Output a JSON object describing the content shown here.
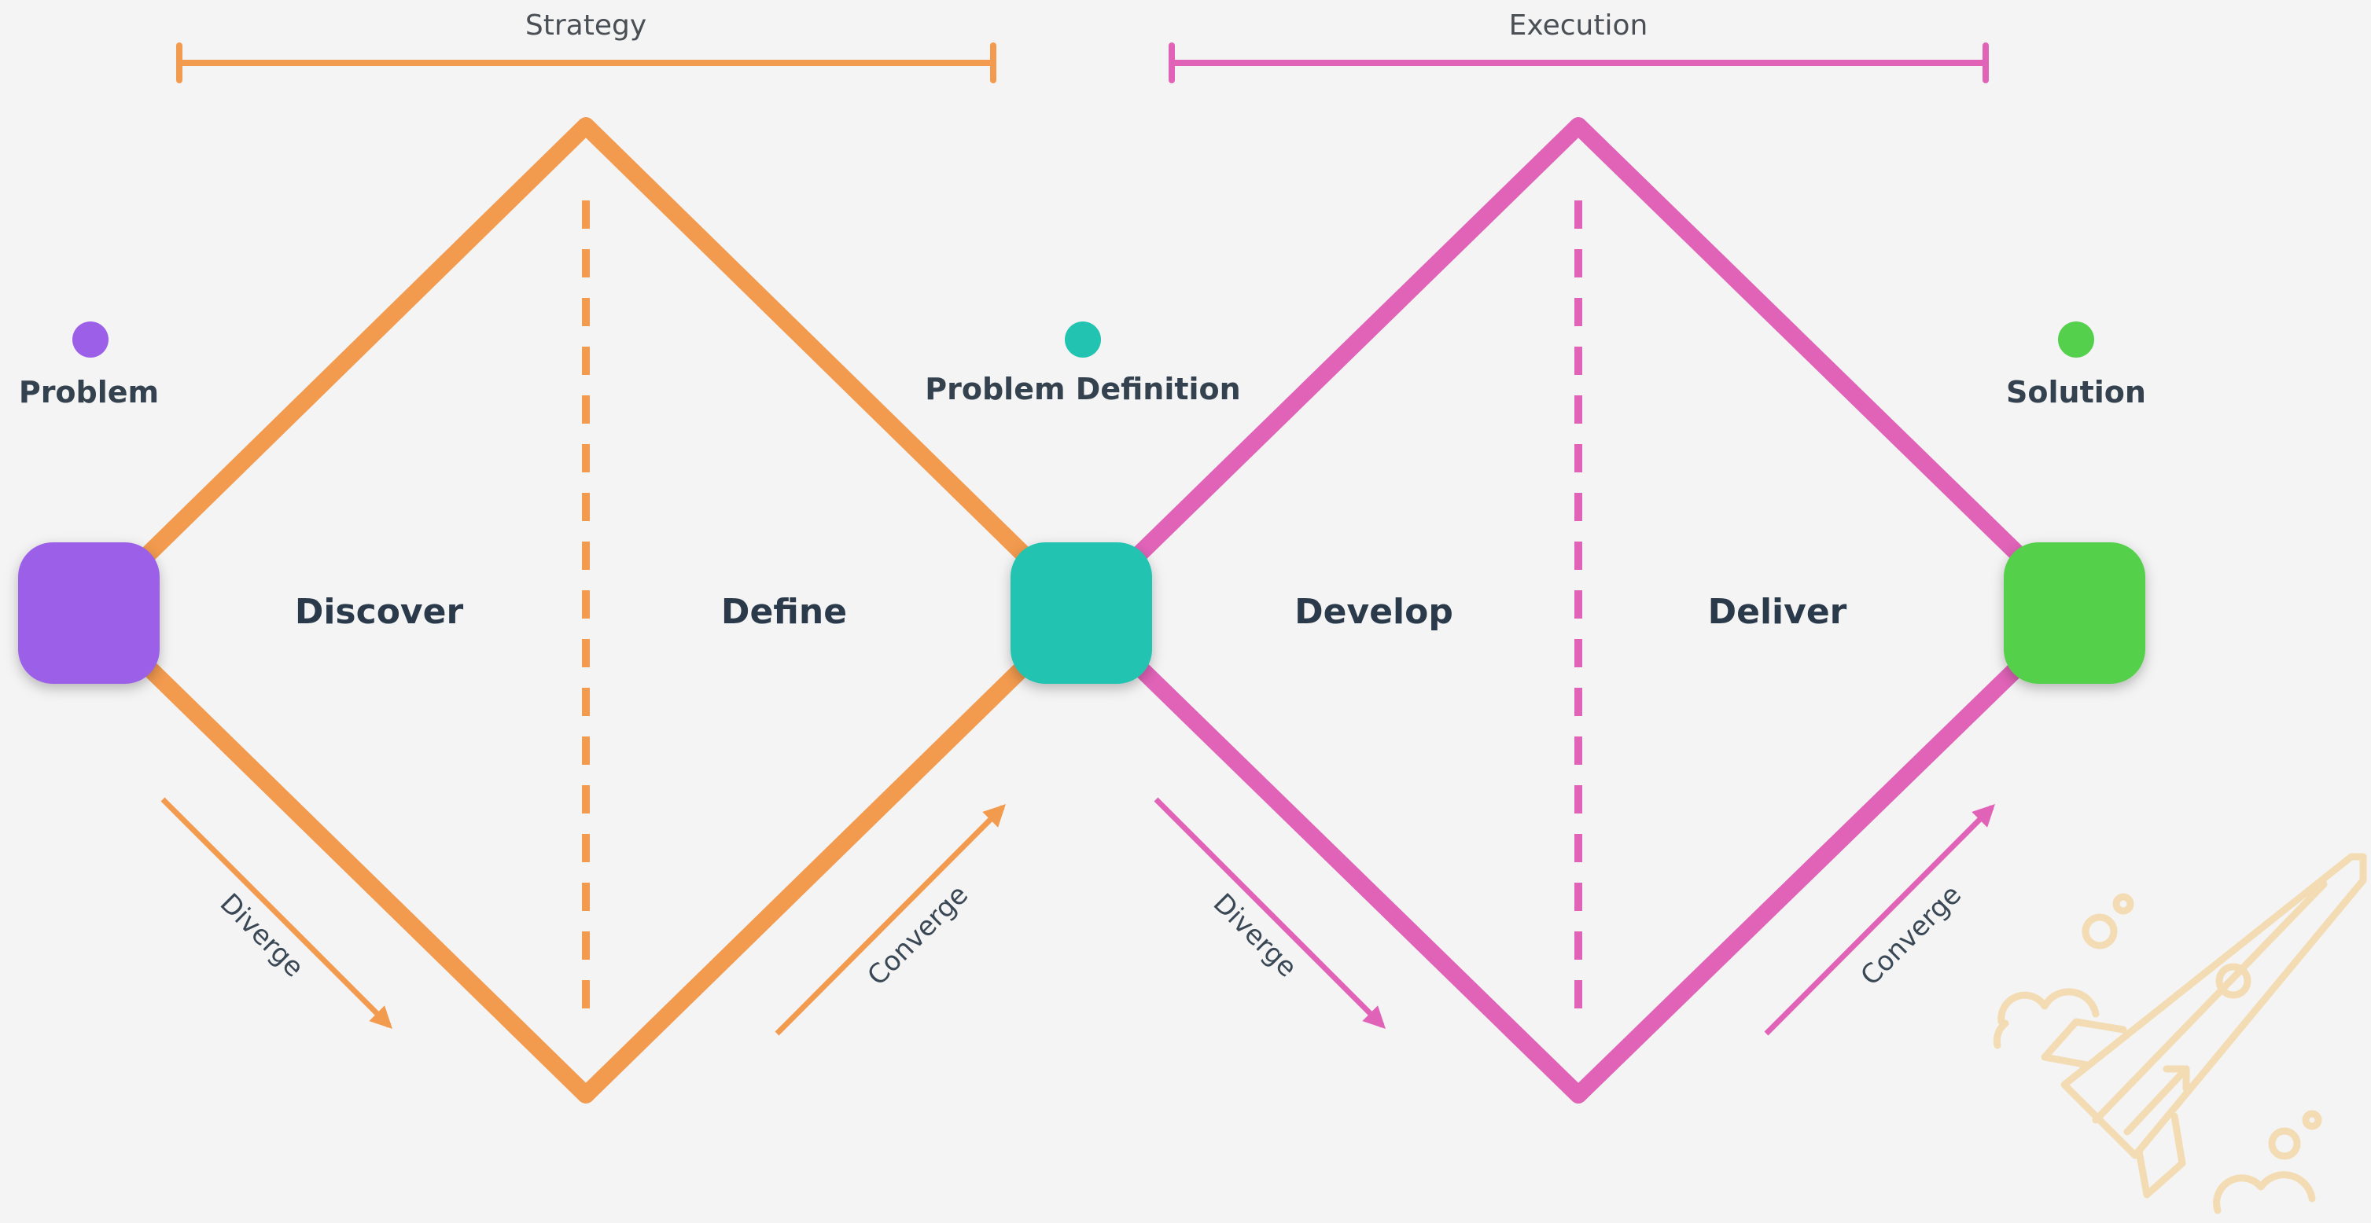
{
  "phases": {
    "strategy": {
      "title": "Strategy",
      "color": "#f29a4e"
    },
    "execution": {
      "title": "Execution",
      "color": "#e063b8"
    }
  },
  "milestones": {
    "problem": {
      "label": "Problem",
      "color": "#9b5fe8"
    },
    "definition": {
      "label": "Problem Definition",
      "color": "#22c3b0"
    },
    "solution": {
      "label": "Solution",
      "color": "#55d04c"
    }
  },
  "stages": {
    "discover": "Discover",
    "define": "Define",
    "develop": "Develop",
    "deliver": "Deliver"
  },
  "flows": {
    "diverge_1": "Diverge",
    "converge_1": "Converge",
    "diverge_2": "Diverge",
    "converge_2": "Converge"
  },
  "decoration": {
    "icon": "rocket-icon",
    "color": "#f3dcb3"
  }
}
